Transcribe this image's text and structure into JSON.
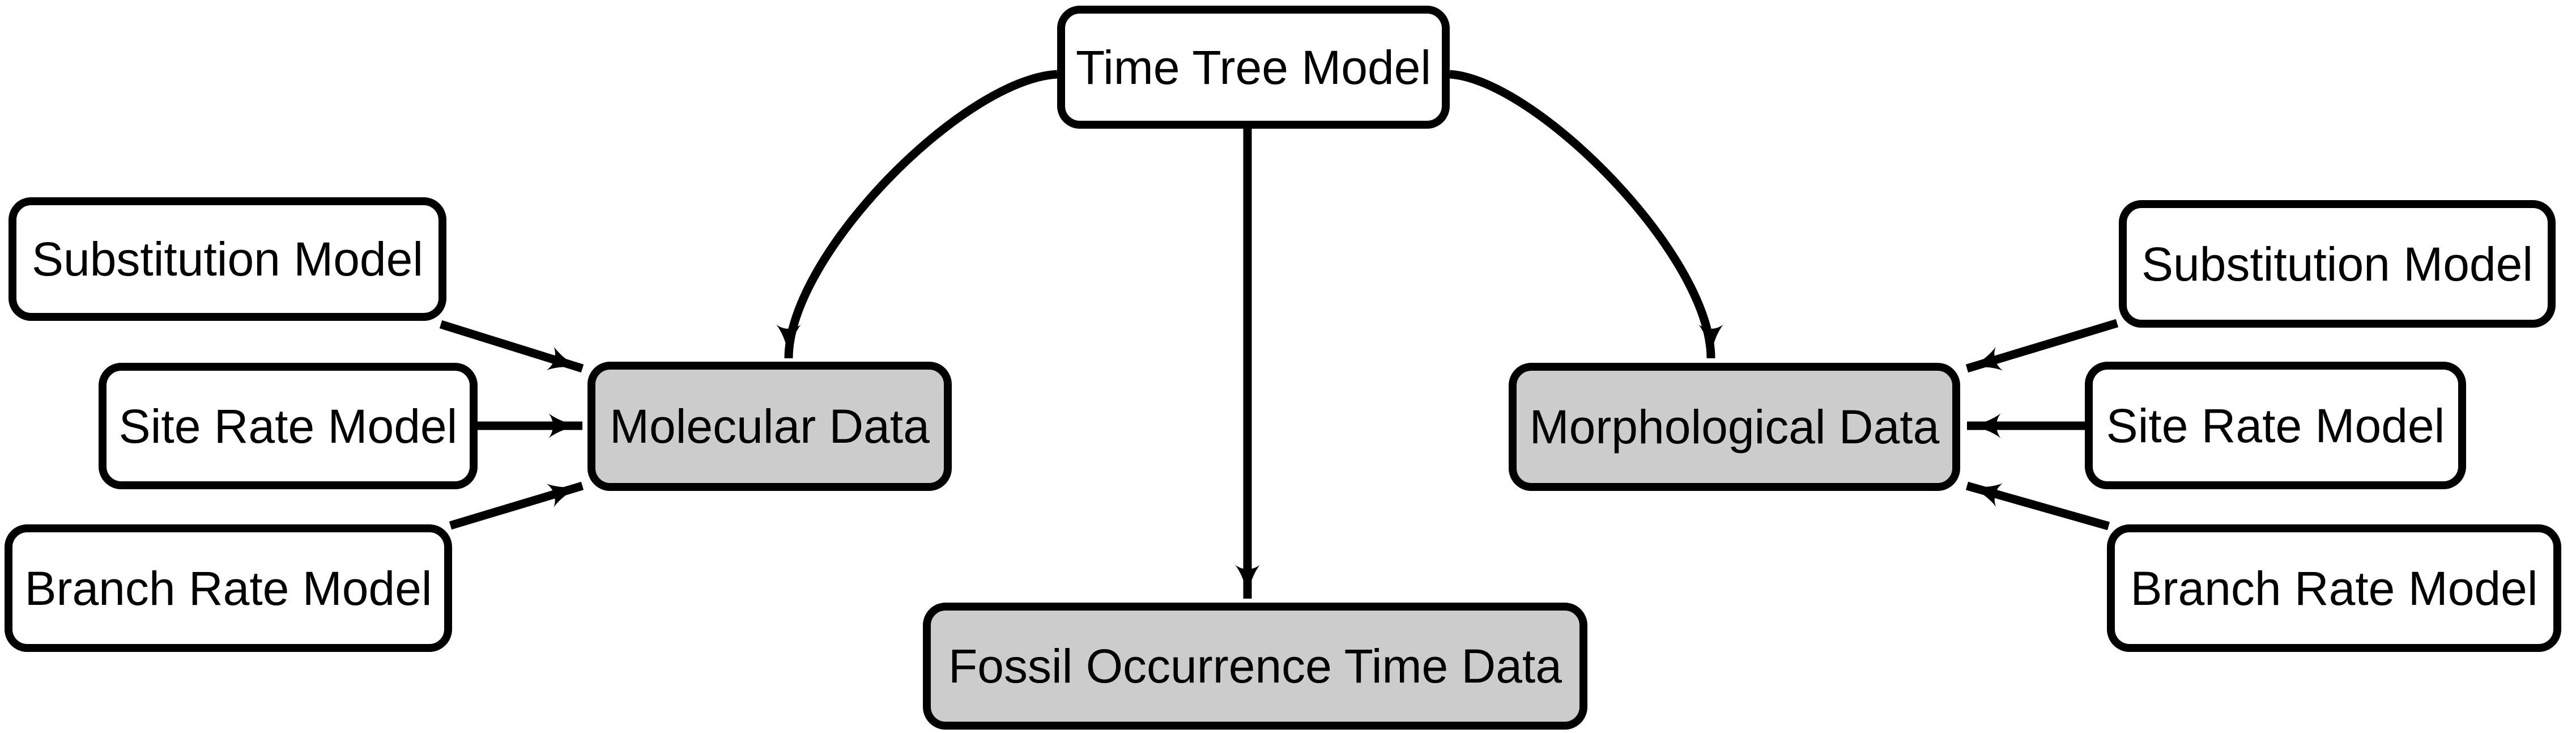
{
  "diagram": {
    "description": "Graphical model diagram: a Time Tree Model feeds Molecular Data, Morphological Data and Fossil Occurrence Time Data; each data node also receives Substitution, Site Rate and Branch Rate models.",
    "colors": {
      "background": "#ffffff",
      "model_node_fill": "#ffffff",
      "data_node_fill": "#cccccc",
      "stroke": "#000000"
    },
    "nodes": {
      "time_tree_model": {
        "label": "Time Tree Model",
        "kind": "model"
      },
      "substitution_model_left": {
        "label": "Substitution Model",
        "kind": "model"
      },
      "site_rate_model_left": {
        "label": "Site Rate Model",
        "kind": "model"
      },
      "branch_rate_model_left": {
        "label": "Branch Rate Model",
        "kind": "model"
      },
      "molecular_data": {
        "label": "Molecular Data",
        "kind": "data"
      },
      "morphological_data": {
        "label": "Morphological Data",
        "kind": "data"
      },
      "substitution_model_right": {
        "label": "Substitution Model",
        "kind": "model"
      },
      "site_rate_model_right": {
        "label": "Site Rate Model",
        "kind": "model"
      },
      "branch_rate_model_right": {
        "label": "Branch Rate Model",
        "kind": "model"
      },
      "fossil_occurrence_time_data": {
        "label": "Fossil Occurrence Time Data",
        "kind": "data"
      }
    },
    "edges": [
      {
        "from": "time_tree_model",
        "to": "molecular_data",
        "style": "curved"
      },
      {
        "from": "time_tree_model",
        "to": "morphological_data",
        "style": "curved"
      },
      {
        "from": "time_tree_model",
        "to": "fossil_occurrence_time_data",
        "style": "straight"
      },
      {
        "from": "substitution_model_left",
        "to": "molecular_data",
        "style": "straight"
      },
      {
        "from": "site_rate_model_left",
        "to": "molecular_data",
        "style": "straight"
      },
      {
        "from": "branch_rate_model_left",
        "to": "molecular_data",
        "style": "straight"
      },
      {
        "from": "substitution_model_right",
        "to": "morphological_data",
        "style": "straight"
      },
      {
        "from": "site_rate_model_right",
        "to": "morphological_data",
        "style": "straight"
      },
      {
        "from": "branch_rate_model_right",
        "to": "morphological_data",
        "style": "straight"
      }
    ]
  }
}
